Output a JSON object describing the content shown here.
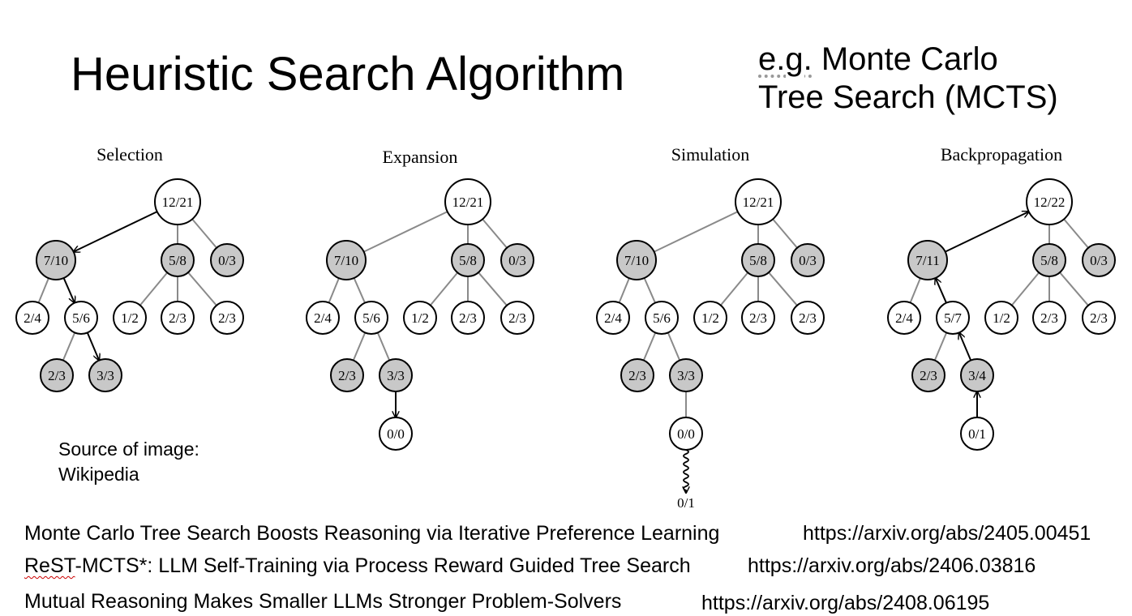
{
  "slide": {
    "title": "Heuristic Search Algorithm",
    "subtitle_eg": "e.g.",
    "subtitle_line1_rest": " Monte Carlo",
    "subtitle_line2": "Tree Search (MCTS)"
  },
  "diagram": {
    "panels": [
      {
        "title": "Selection",
        "nodes": [
          {
            "id": "r",
            "label": "12/21",
            "shaded": false
          },
          {
            "id": "a",
            "label": "7/10",
            "shaded": true
          },
          {
            "id": "b",
            "label": "5/8",
            "shaded": true
          },
          {
            "id": "c",
            "label": "0/3",
            "shaded": true
          },
          {
            "id": "a1",
            "label": "2/4",
            "shaded": false
          },
          {
            "id": "a2",
            "label": "5/6",
            "shaded": false
          },
          {
            "id": "b1",
            "label": "1/2",
            "shaded": false
          },
          {
            "id": "b2",
            "label": "2/3",
            "shaded": false
          },
          {
            "id": "b3",
            "label": "2/3",
            "shaded": false
          },
          {
            "id": "a21",
            "label": "2/3",
            "shaded": true
          },
          {
            "id": "a22",
            "label": "3/3",
            "shaded": true
          }
        ],
        "edges": [
          {
            "from": "r",
            "to": "a",
            "style": "arrow-down"
          },
          {
            "from": "r",
            "to": "b",
            "style": "plain"
          },
          {
            "from": "r",
            "to": "c",
            "style": "plain"
          },
          {
            "from": "a",
            "to": "a1",
            "style": "plain"
          },
          {
            "from": "a",
            "to": "a2",
            "style": "arrow-down"
          },
          {
            "from": "b",
            "to": "b1",
            "style": "plain"
          },
          {
            "from": "b",
            "to": "b2",
            "style": "plain"
          },
          {
            "from": "b",
            "to": "b3",
            "style": "plain"
          },
          {
            "from": "a2",
            "to": "a21",
            "style": "plain"
          },
          {
            "from": "a2",
            "to": "a22",
            "style": "arrow-down"
          }
        ]
      },
      {
        "title": "Expansion",
        "nodes": [
          {
            "id": "r",
            "label": "12/21",
            "shaded": false
          },
          {
            "id": "a",
            "label": "7/10",
            "shaded": true
          },
          {
            "id": "b",
            "label": "5/8",
            "shaded": true
          },
          {
            "id": "c",
            "label": "0/3",
            "shaded": true
          },
          {
            "id": "a1",
            "label": "2/4",
            "shaded": false
          },
          {
            "id": "a2",
            "label": "5/6",
            "shaded": false
          },
          {
            "id": "b1",
            "label": "1/2",
            "shaded": false
          },
          {
            "id": "b2",
            "label": "2/3",
            "shaded": false
          },
          {
            "id": "b3",
            "label": "2/3",
            "shaded": false
          },
          {
            "id": "a21",
            "label": "2/3",
            "shaded": true
          },
          {
            "id": "a22",
            "label": "3/3",
            "shaded": true
          },
          {
            "id": "n",
            "label": "0/0",
            "shaded": false
          }
        ],
        "edges": [
          {
            "from": "r",
            "to": "a",
            "style": "plain"
          },
          {
            "from": "r",
            "to": "b",
            "style": "plain"
          },
          {
            "from": "r",
            "to": "c",
            "style": "plain"
          },
          {
            "from": "a",
            "to": "a1",
            "style": "plain"
          },
          {
            "from": "a",
            "to": "a2",
            "style": "plain"
          },
          {
            "from": "b",
            "to": "b1",
            "style": "plain"
          },
          {
            "from": "b",
            "to": "b2",
            "style": "plain"
          },
          {
            "from": "b",
            "to": "b3",
            "style": "plain"
          },
          {
            "from": "a2",
            "to": "a21",
            "style": "plain"
          },
          {
            "from": "a2",
            "to": "a22",
            "style": "plain"
          },
          {
            "from": "a22",
            "to": "n",
            "style": "arrow-down"
          }
        ]
      },
      {
        "title": "Simulation",
        "rollout_label": "0/1",
        "nodes": [
          {
            "id": "r",
            "label": "12/21",
            "shaded": false
          },
          {
            "id": "a",
            "label": "7/10",
            "shaded": true
          },
          {
            "id": "b",
            "label": "5/8",
            "shaded": true
          },
          {
            "id": "c",
            "label": "0/3",
            "shaded": true
          },
          {
            "id": "a1",
            "label": "2/4",
            "shaded": false
          },
          {
            "id": "a2",
            "label": "5/6",
            "shaded": false
          },
          {
            "id": "b1",
            "label": "1/2",
            "shaded": false
          },
          {
            "id": "b2",
            "label": "2/3",
            "shaded": false
          },
          {
            "id": "b3",
            "label": "2/3",
            "shaded": false
          },
          {
            "id": "a21",
            "label": "2/3",
            "shaded": true
          },
          {
            "id": "a22",
            "label": "3/3",
            "shaded": true
          },
          {
            "id": "n",
            "label": "0/0",
            "shaded": false
          }
        ],
        "edges": [
          {
            "from": "r",
            "to": "a",
            "style": "plain"
          },
          {
            "from": "r",
            "to": "b",
            "style": "plain"
          },
          {
            "from": "r",
            "to": "c",
            "style": "plain"
          },
          {
            "from": "a",
            "to": "a1",
            "style": "plain"
          },
          {
            "from": "a",
            "to": "a2",
            "style": "plain"
          },
          {
            "from": "b",
            "to": "b1",
            "style": "plain"
          },
          {
            "from": "b",
            "to": "b2",
            "style": "plain"
          },
          {
            "from": "b",
            "to": "b3",
            "style": "plain"
          },
          {
            "from": "a2",
            "to": "a21",
            "style": "plain"
          },
          {
            "from": "a2",
            "to": "a22",
            "style": "plain"
          },
          {
            "from": "a22",
            "to": "n",
            "style": "plain"
          }
        ]
      },
      {
        "title": "Backpropagation",
        "nodes": [
          {
            "id": "r",
            "label": "12/22",
            "shaded": false
          },
          {
            "id": "a",
            "label": "7/11",
            "shaded": true
          },
          {
            "id": "b",
            "label": "5/8",
            "shaded": true
          },
          {
            "id": "c",
            "label": "0/3",
            "shaded": true
          },
          {
            "id": "a1",
            "label": "2/4",
            "shaded": false
          },
          {
            "id": "a2",
            "label": "5/7",
            "shaded": false
          },
          {
            "id": "b1",
            "label": "1/2",
            "shaded": false
          },
          {
            "id": "b2",
            "label": "2/3",
            "shaded": false
          },
          {
            "id": "b3",
            "label": "2/3",
            "shaded": false
          },
          {
            "id": "a21",
            "label": "2/3",
            "shaded": true
          },
          {
            "id": "a22",
            "label": "3/4",
            "shaded": true
          },
          {
            "id": "n",
            "label": "0/1",
            "shaded": false
          }
        ],
        "edges": [
          {
            "from": "r",
            "to": "a",
            "style": "arrow-up"
          },
          {
            "from": "r",
            "to": "b",
            "style": "plain"
          },
          {
            "from": "r",
            "to": "c",
            "style": "plain"
          },
          {
            "from": "a",
            "to": "a1",
            "style": "plain"
          },
          {
            "from": "a",
            "to": "a2",
            "style": "arrow-up"
          },
          {
            "from": "b",
            "to": "b1",
            "style": "plain"
          },
          {
            "from": "b",
            "to": "b2",
            "style": "plain"
          },
          {
            "from": "b",
            "to": "b3",
            "style": "plain"
          },
          {
            "from": "a2",
            "to": "a21",
            "style": "plain"
          },
          {
            "from": "a2",
            "to": "a22",
            "style": "arrow-up"
          },
          {
            "from": "a22",
            "to": "n",
            "style": "arrow-up"
          }
        ]
      }
    ]
  },
  "source": {
    "line1": "Source of image:",
    "line2": "Wikipedia"
  },
  "references": [
    {
      "title": "Monte Carlo Tree Search Boosts Reasoning via Iterative Preference Learning",
      "url": "https://arxiv.org/abs/2405.00451"
    },
    {
      "title_marked": "ReST",
      "title_rest": "-MCTS*: LLM Self-Training via Process Reward Guided Tree Search",
      "url": "https://arxiv.org/abs/2406.03816"
    },
    {
      "title": "Mutual Reasoning Makes Smaller LLMs Stronger Problem-Solvers",
      "url": "https://arxiv.org/abs/2408.06195"
    }
  ]
}
